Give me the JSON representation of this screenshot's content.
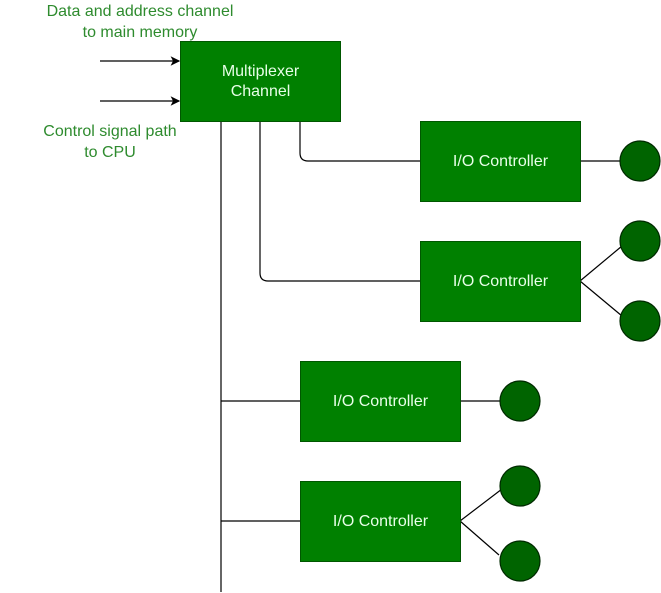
{
  "labels": {
    "data_channel_line1": "Data and address channel",
    "data_channel_line2": "to main memory",
    "control_path_line1": "Control signal path",
    "control_path_line2": "to CPU"
  },
  "multiplexer": {
    "line1": "Multiplexer",
    "line2": "Channel"
  },
  "controllers": [
    {
      "label": "I/O Controller",
      "devices": 1
    },
    {
      "label": "I/O Controller",
      "devices": 2
    },
    {
      "label": "I/O Controller",
      "devices": 1
    },
    {
      "label": "I/O Controller",
      "devices": 2
    }
  ],
  "colors": {
    "box_fill": "#008000",
    "box_text": "#e8ffe8",
    "device_fill": "#006400",
    "label_text": "#2e8b2e",
    "line": "#000000"
  }
}
